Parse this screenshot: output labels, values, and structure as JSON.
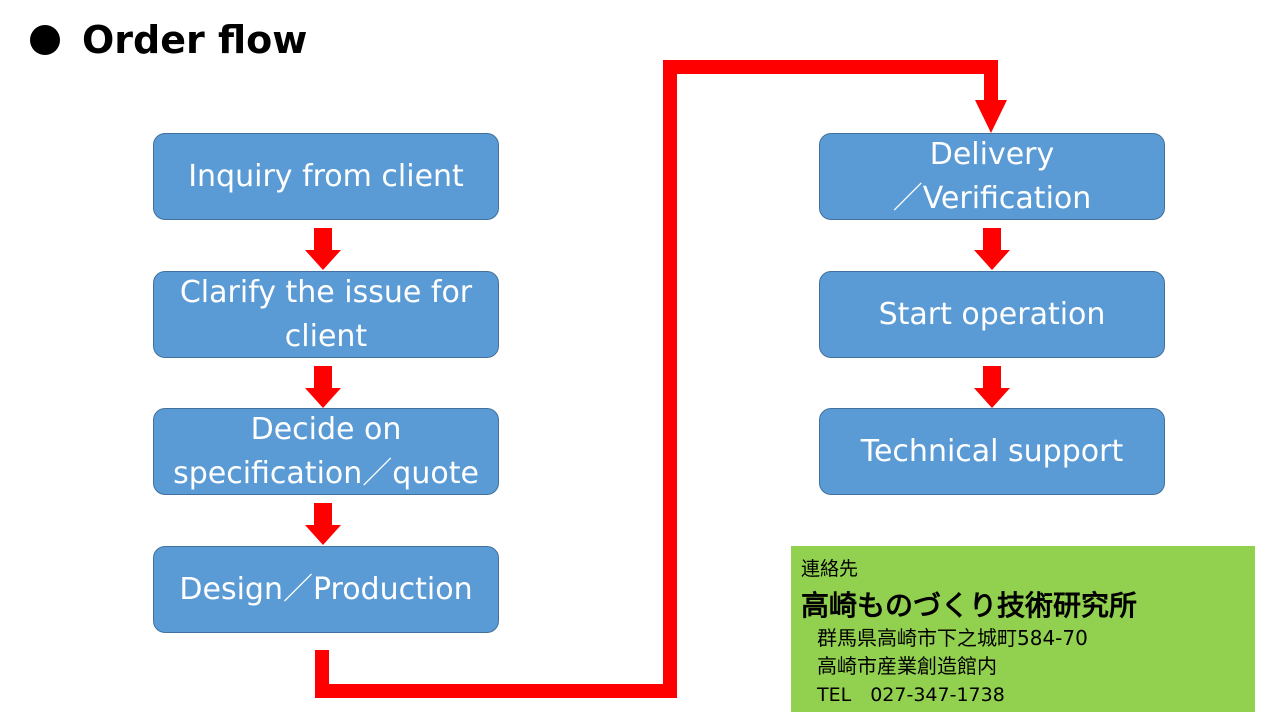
{
  "title": "Order flow",
  "steps_left": [
    "Inquiry from client",
    "Clarify the issue for\nclient",
    "Decide on\nspecification／quote",
    "Design／Production"
  ],
  "steps_right": [
    "Delivery\n／Verification",
    "Start operation",
    "Technical support"
  ],
  "contact": {
    "heading": "連絡先",
    "organization": "高崎ものづくり技術研究所",
    "address_line1": "群馬県高崎市下之城町584-70",
    "address_line2": "高崎市産業創造館内",
    "tel": "TEL　027-347-1738"
  },
  "colors": {
    "box_fill": "#5b9bd5",
    "arrow": "#ff0000",
    "contact_fill": "#92d050"
  }
}
